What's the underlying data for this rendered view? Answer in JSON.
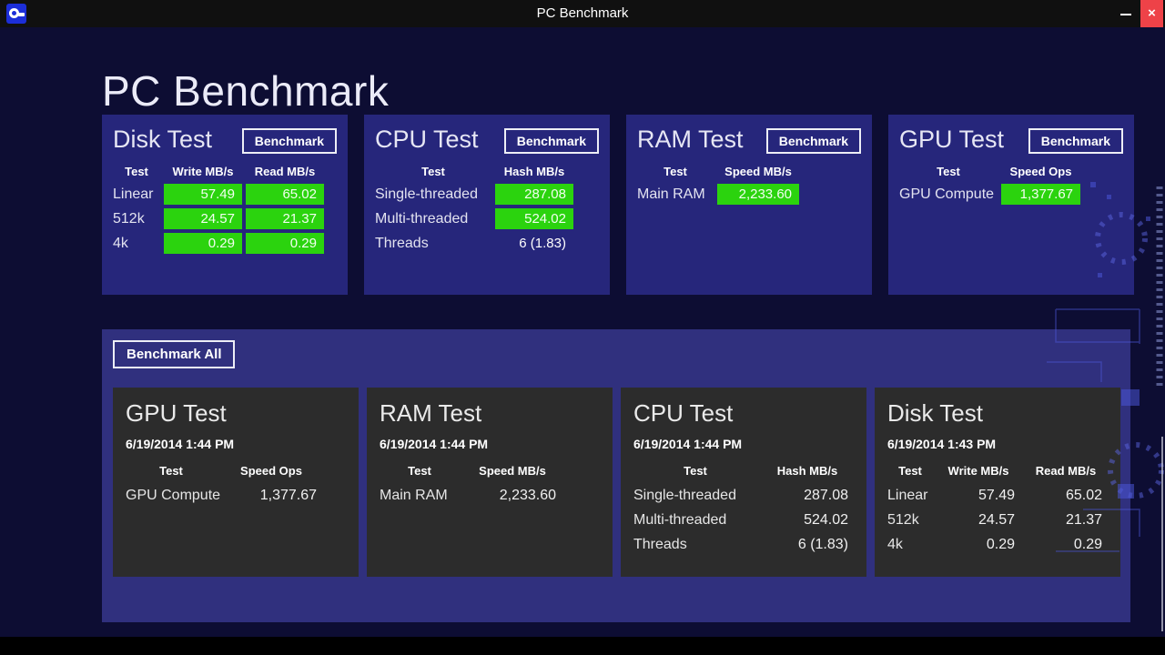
{
  "window": {
    "title": "PC Benchmark",
    "minimize": "–",
    "close": "×"
  },
  "heading": "PC Benchmark",
  "actions": {
    "benchmark": "Benchmark",
    "benchmark_all": "Benchmark All"
  },
  "panels": [
    {
      "title": "Disk Test",
      "columns": [
        "Test",
        "Write MB/s",
        "Read MB/s"
      ],
      "rows": [
        {
          "label": "Linear",
          "values": [
            "57.49",
            "65.02"
          ],
          "highlight": true
        },
        {
          "label": "512k",
          "values": [
            "24.57",
            "21.37"
          ],
          "highlight": true
        },
        {
          "label": "4k",
          "values": [
            "0.29",
            "0.29"
          ],
          "highlight": true
        }
      ]
    },
    {
      "title": "CPU Test",
      "columns": [
        "Test",
        "Hash MB/s"
      ],
      "rows": [
        {
          "label": "Single-threaded",
          "values": [
            "287.08"
          ],
          "highlight": true
        },
        {
          "label": "Multi-threaded",
          "values": [
            "524.02"
          ],
          "highlight": true
        },
        {
          "label": "Threads",
          "values": [
            "6 (1.83)"
          ],
          "highlight": false
        }
      ]
    },
    {
      "title": "RAM Test",
      "columns": [
        "Test",
        "Speed MB/s"
      ],
      "rows": [
        {
          "label": "Main RAM",
          "values": [
            "2,233.60"
          ],
          "highlight": true
        }
      ]
    },
    {
      "title": "GPU Test",
      "columns": [
        "Test",
        "Speed Ops"
      ],
      "rows": [
        {
          "label": "GPU Compute",
          "values": [
            "1,377.67"
          ],
          "highlight": true
        }
      ]
    }
  ],
  "results": [
    {
      "title": "GPU Test",
      "timestamp": "6/19/2014 1:44 PM",
      "columns": [
        "Test",
        "Speed Ops"
      ],
      "rows": [
        {
          "label": "GPU Compute",
          "values": [
            "1,377.67"
          ]
        }
      ]
    },
    {
      "title": "RAM Test",
      "timestamp": "6/19/2014 1:44 PM",
      "columns": [
        "Test",
        "Speed MB/s"
      ],
      "rows": [
        {
          "label": "Main RAM",
          "values": [
            "2,233.60"
          ]
        }
      ]
    },
    {
      "title": "CPU Test",
      "timestamp": "6/19/2014 1:44 PM",
      "columns": [
        "Test",
        "Hash MB/s"
      ],
      "rows": [
        {
          "label": "Single-threaded",
          "values": [
            "287.08"
          ]
        },
        {
          "label": "Multi-threaded",
          "values": [
            "524.02"
          ]
        },
        {
          "label": "Threads",
          "values": [
            "6 (1.83)"
          ]
        }
      ]
    },
    {
      "title": "Disk Test",
      "timestamp": "6/19/2014 1:43 PM",
      "columns": [
        "Test",
        "Write MB/s",
        "Read MB/s"
      ],
      "rows": [
        {
          "label": "Linear",
          "values": [
            "57.49",
            "65.02"
          ]
        },
        {
          "label": "512k",
          "values": [
            "24.57",
            "21.37"
          ]
        },
        {
          "label": "4k",
          "values": [
            "0.29",
            "0.29"
          ]
        }
      ]
    }
  ],
  "colors": {
    "bg": "#0d0d33",
    "titlebar": "#101010",
    "panel": "#26267b",
    "results": "#30307e",
    "card": "#2c2c2c",
    "green": "#2bd30e",
    "close": "#ee4248",
    "icon_blue": "#1c2ed8"
  }
}
